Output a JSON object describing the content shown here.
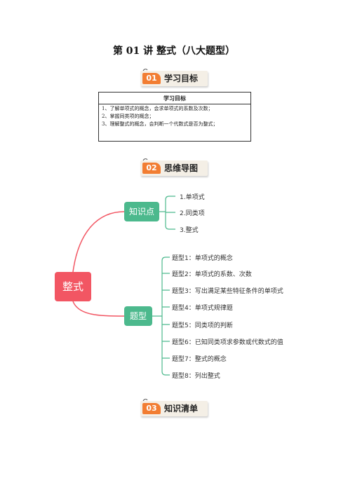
{
  "doc": {
    "title": "第 01 讲  整式（八大题型）"
  },
  "sections": [
    {
      "num": "01",
      "label": "学习目标"
    },
    {
      "num": "02",
      "label": "思维导图"
    },
    {
      "num": "03",
      "label": "知识清单"
    }
  ],
  "goals": {
    "header": "学习目标",
    "rows": [
      "1、了解单项式的概念，会求单项式的系数及次数；",
      "2、掌握同类项的概念；",
      "3、理解整式的概念，会判断一个代数式是否为整式；"
    ]
  },
  "mindmap": {
    "root": "整式",
    "knowledge": {
      "label": "知识点",
      "items": [
        "1.单项式",
        "2.同类项",
        "3.整式"
      ]
    },
    "types": {
      "label": "题型",
      "items": [
        "题型1：单项式的概念",
        "题型2：单项式的系数、次数",
        "题型3：写出满足某些特征条件的单项式",
        "题型4：单项式规律题",
        "题型5：同类项的判断",
        "题型6：已知同类项求参数或代数式的值",
        "题型7：整式的概念",
        "题型8：列出整式"
      ]
    }
  },
  "colors": {
    "root": "#f25663",
    "branch": "#4cb98d",
    "tag": "#f27d32"
  }
}
